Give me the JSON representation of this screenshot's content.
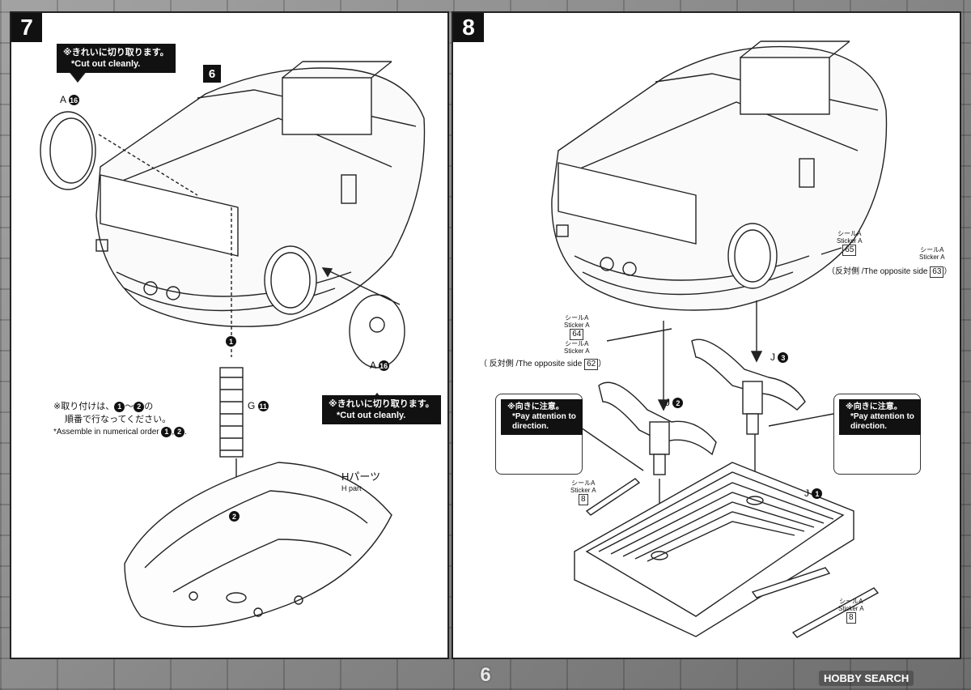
{
  "left": {
    "step_number": "7",
    "part_ref": "6",
    "note_top": {
      "jp": "※きれいに切り取ります。",
      "en": "*Cut out cleanly."
    },
    "note_right": {
      "jp": "※きれいに切り取ります。",
      "en": "*Cut out cleanly."
    },
    "label_a16_left": {
      "letter": "A",
      "num": "16"
    },
    "label_a16_right": {
      "letter": "A",
      "num": "16"
    },
    "label_g11": {
      "letter": "G",
      "num": "11"
    },
    "step1": "1",
    "step2": "2",
    "instruction": {
      "line1_pre": "※取り付けは、",
      "n1": "1",
      "line1_mid": "～",
      "n2": "2",
      "line1_post": "の",
      "line2": "順番で行なってください。",
      "line3_pre": "*Assemble in numerical order ",
      "n3": "1",
      "line3_mid": ",",
      "n4": "2",
      "line3_post": "."
    },
    "h_part": {
      "jp": "Hパーツ",
      "en": "H part"
    }
  },
  "right": {
    "step_number": "8",
    "sticker_65": {
      "jp": "シールA",
      "en": "Sticker A",
      "num": "65"
    },
    "sticker_63": {
      "jp": "シールA",
      "en": "Sticker A",
      "pre": "（反対側 /The opposite side",
      "num": "63",
      "post": "）"
    },
    "sticker_64": {
      "jp": "シールA",
      "en": "Sticker A",
      "num": "64"
    },
    "sticker_62": {
      "jp": "シールA",
      "en": "Sticker A",
      "pre": "（ 反対側 /The opposite side",
      "num": "62",
      "post": "）"
    },
    "sticker_8_left": {
      "jp": "シールA",
      "en": "Sticker A",
      "num": "8"
    },
    "sticker_8_right": {
      "jp": "シールA",
      "en": "Sticker A",
      "num": "8"
    },
    "j1": {
      "letter": "J",
      "num": "1"
    },
    "j2": {
      "letter": "J",
      "num": "2"
    },
    "j3": {
      "letter": "J",
      "num": "3"
    },
    "note_left": {
      "jp": "※向きに注意。",
      "en1": "*Pay attention to",
      "en2": "direction."
    },
    "note_right": {
      "jp": "※向きに注意。",
      "en1": "*Pay attention to",
      "en2": "direction."
    }
  },
  "footer": {
    "page_number": "6",
    "watermark": "HOBBY SEARCH"
  }
}
